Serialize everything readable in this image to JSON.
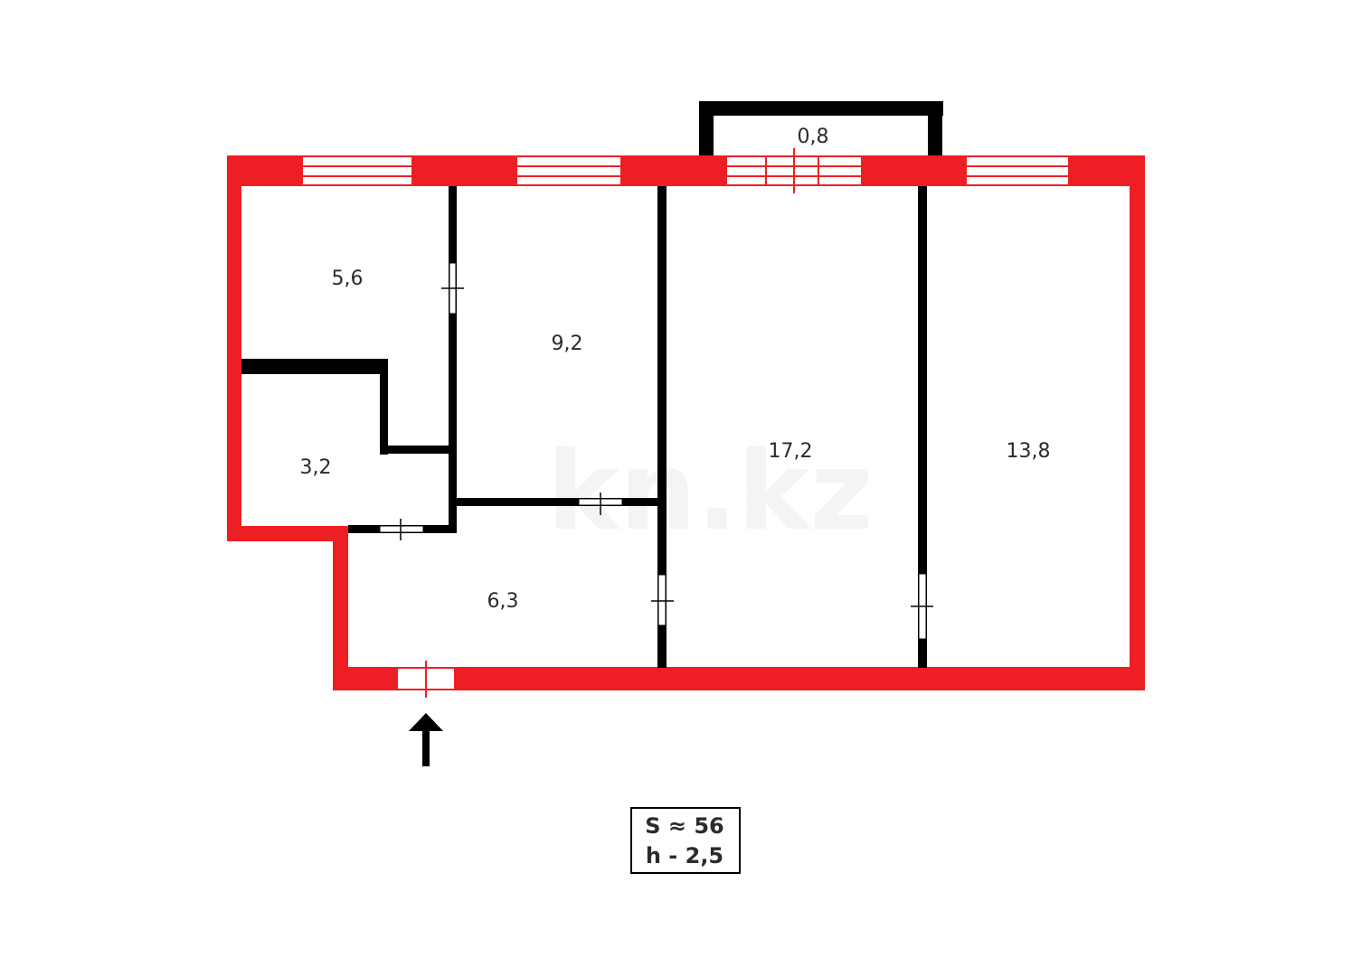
{
  "plan": {
    "colors": {
      "exterior_wall": "#ee1f24",
      "interior_wall": "#000000",
      "window_line": "#ee1f24",
      "text": "#2b2b2b",
      "background": "#ffffff"
    },
    "rooms": [
      {
        "id": "room-5-6",
        "area": "5,6"
      },
      {
        "id": "room-9-2",
        "area": "9,2"
      },
      {
        "id": "room-17-2",
        "area": "17,2"
      },
      {
        "id": "room-13-8",
        "area": "13,8"
      },
      {
        "id": "room-3-2",
        "area": "3,2"
      },
      {
        "id": "room-6-3",
        "area": "6,3"
      },
      {
        "id": "balcony",
        "area": "0,8"
      }
    ],
    "watermark": "kn.kz",
    "entrance_icon": "arrow-up-icon",
    "summary": {
      "total_area": "S ≈ 56",
      "ceiling_height": "h - 2,5"
    }
  }
}
